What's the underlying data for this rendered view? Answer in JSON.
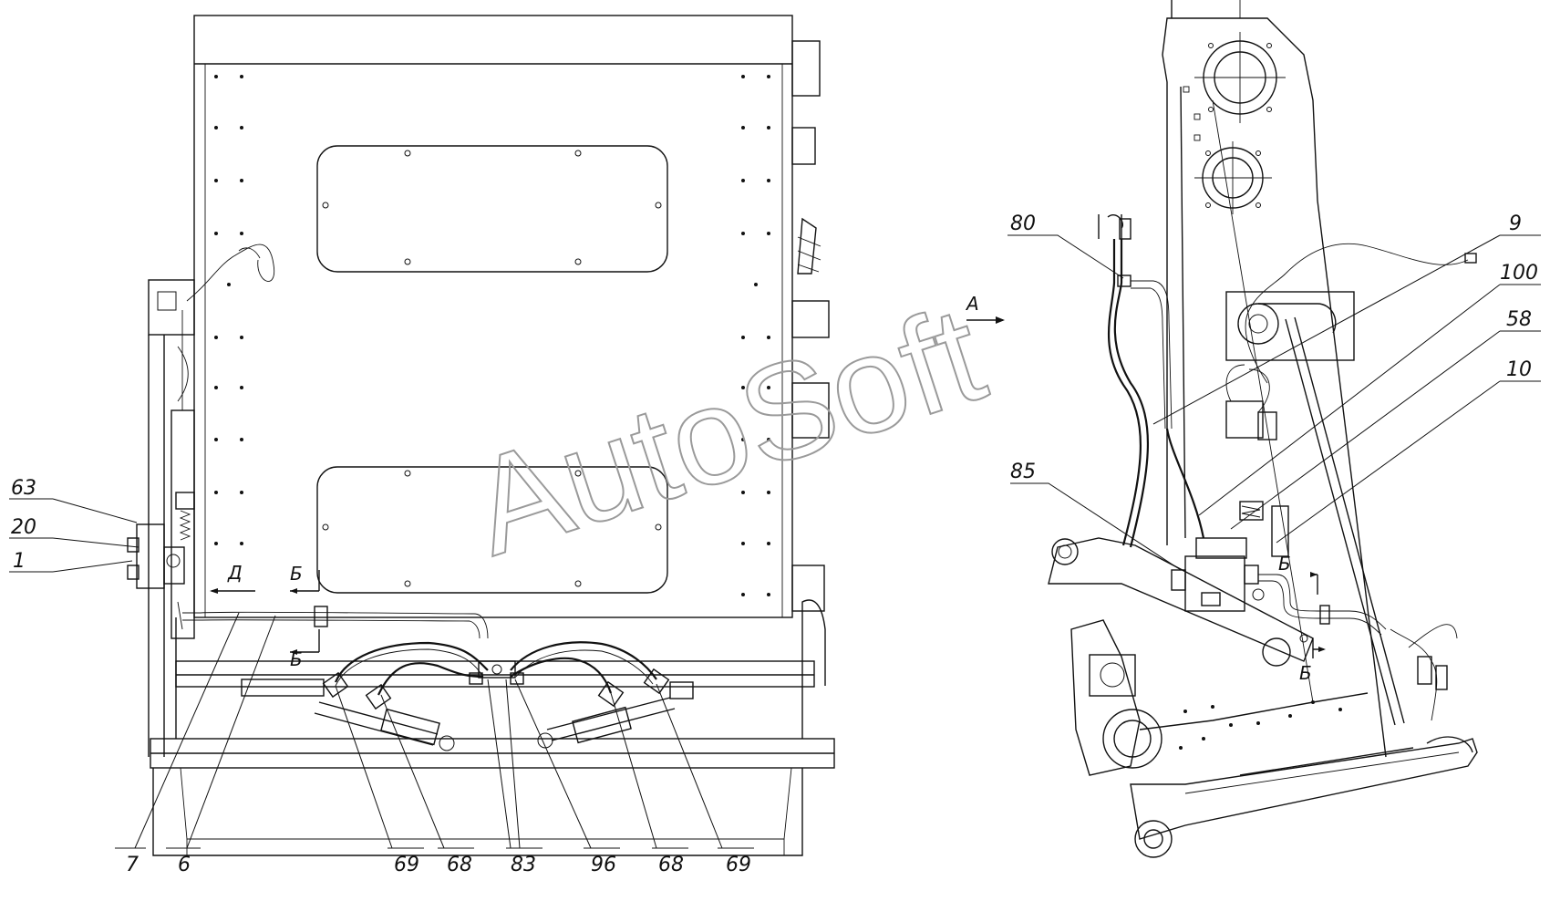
{
  "watermark": "AutoSoft",
  "colors": {
    "line": "#111111",
    "watermark": "#9a9a9a",
    "background": "#ffffff"
  },
  "view_labels": {
    "A": "A",
    "D": "Д",
    "B": "Б"
  },
  "callouts": {
    "c63": "63",
    "c20": "20",
    "c1": "1",
    "c7": "7",
    "c6": "6",
    "c69a": "69",
    "c68a": "68",
    "c83": "83",
    "c96": "96",
    "c68b": "68",
    "c69b": "69",
    "c80": "80",
    "c9": "9",
    "c100": "100",
    "c58": "58",
    "c10": "10",
    "c85": "85"
  }
}
